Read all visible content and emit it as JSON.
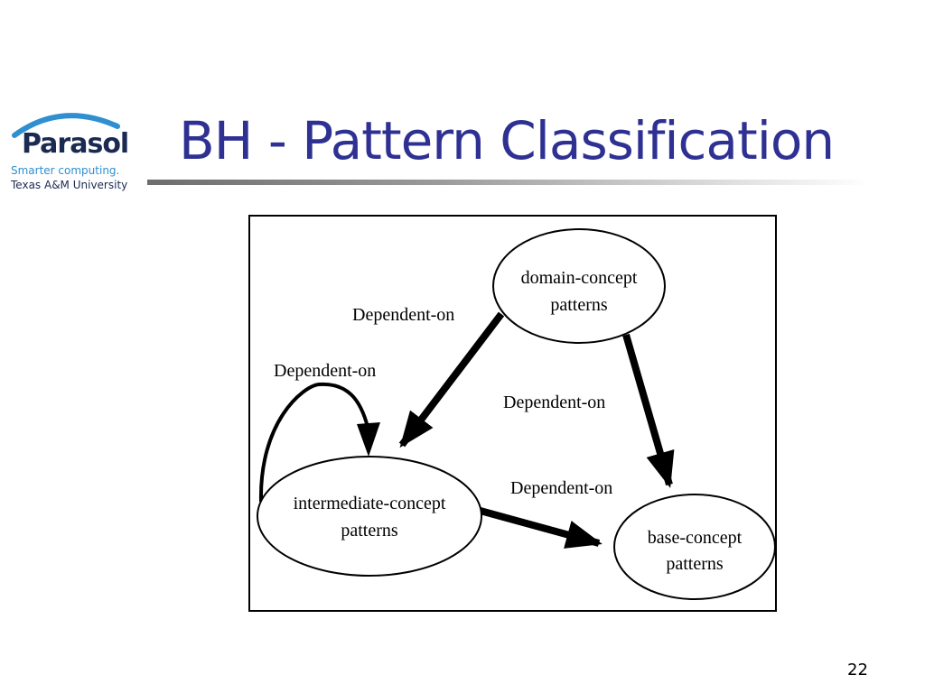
{
  "logo": {
    "name": "Parasol",
    "tagline": "Smarter computing.",
    "university": "Texas A&M University"
  },
  "slide": {
    "title": "BH - Pattern Classification",
    "page_number": "22"
  },
  "diagram": {
    "nodes": {
      "domain": {
        "line1": "domain-concept",
        "line2": "patterns"
      },
      "intermediate": {
        "line1": "intermediate-concept",
        "line2": "patterns"
      },
      "base": {
        "line1": "base-concept",
        "line2": "patterns"
      }
    },
    "edges": {
      "domain_to_intermediate": "Dependent-on",
      "self_loop": "Dependent-on",
      "domain_to_base": "Dependent-on",
      "intermediate_to_base": "Dependent-on"
    }
  },
  "colors": {
    "title": "#2e3192",
    "logo_dark": "#1b2a52",
    "logo_light": "#2f8fd0"
  }
}
